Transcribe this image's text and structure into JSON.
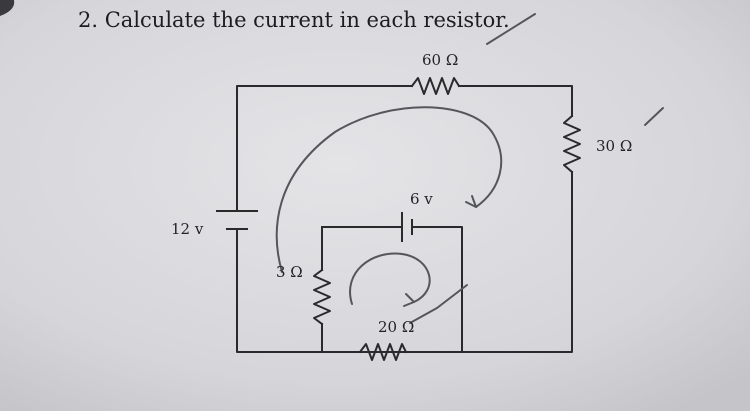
{
  "question": {
    "number": "2.",
    "text": "Calculate the current in each resistor."
  },
  "circuit": {
    "battery_main": {
      "label": "12 v"
    },
    "battery_inner": {
      "label": "6 v"
    },
    "resistors": {
      "top": {
        "label": "60 Ω"
      },
      "right": {
        "label": "30 Ω"
      },
      "left_inner": {
        "label": "3 Ω"
      },
      "bottom_inner": {
        "label": "20 Ω"
      }
    }
  },
  "colors": {
    "paper": "#d9d9dc",
    "ink": "#2a2a2c",
    "pencil": "#55565a"
  }
}
